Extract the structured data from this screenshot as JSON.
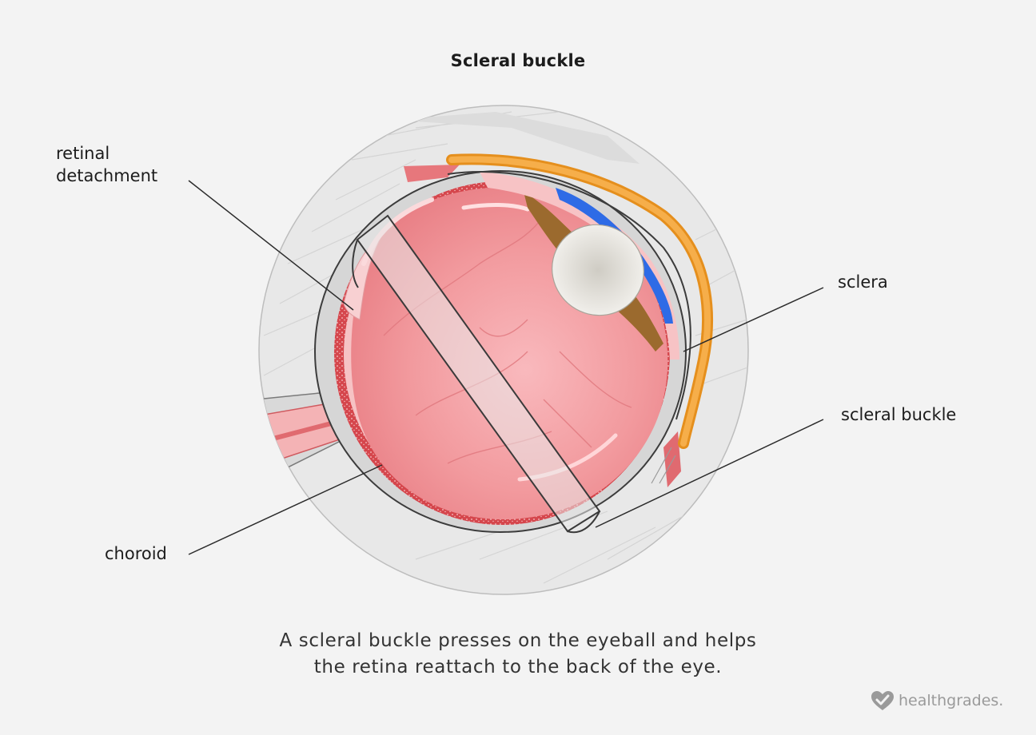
{
  "title": "Scleral buckle",
  "labels": {
    "retinal_detachment": "retinal\ndetachment",
    "choroid": "choroid",
    "sclera": "sclera",
    "scleral_buckle": "scleral buckle"
  },
  "caption": "A scleral buckle presses on the eyeball and helps\nthe retina reattach to the back of the eye.",
  "brand": "healthgrades.",
  "colors": {
    "background": "#f3f3f3",
    "circle_bg": "#e6e6e6",
    "sclera": "#d9d9d9",
    "retina_pink": "#f3a5a8",
    "choroid_red": "#d94a4f",
    "buckle_orange": "#f3a23c",
    "iris_blue": "#2a66e0",
    "lens": "#e4e2dc",
    "leader_line": "#2b2b2b"
  }
}
